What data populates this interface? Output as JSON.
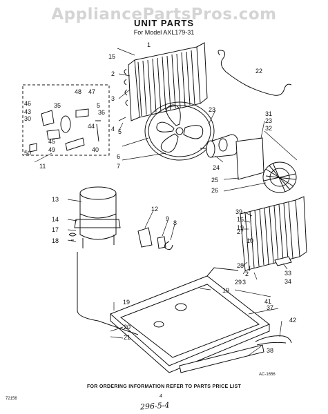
{
  "watermark": "AppliancePartsPros.com",
  "header": {
    "title": "UNIT PARTS",
    "subtitle": "For Model AXL179-31"
  },
  "callouts": [
    "1",
    "2",
    "3",
    "4",
    "5",
    "6",
    "7",
    "8",
    "9",
    "10",
    "11",
    "12",
    "13",
    "14",
    "15",
    "16",
    "17",
    "18",
    "19",
    "19",
    "19",
    "20",
    "21",
    "22",
    "23",
    "23",
    "24",
    "25",
    "26",
    "27",
    "28",
    "29",
    "30",
    "31",
    "32",
    "33",
    "34",
    "35",
    "36",
    "37",
    "38",
    "39",
    "40",
    "41",
    "42",
    "43",
    "44",
    "45",
    "46",
    "47",
    "48",
    "49",
    "50",
    "2",
    "3",
    "5"
  ],
  "footer": {
    "instruction": "FOR ORDERING INFORMATION REFER TO PARTS PRICE LIST",
    "doc_number": "72156",
    "page_number": "4",
    "ref_code": "AC-1656",
    "handwritten_note": "296-5-4"
  }
}
